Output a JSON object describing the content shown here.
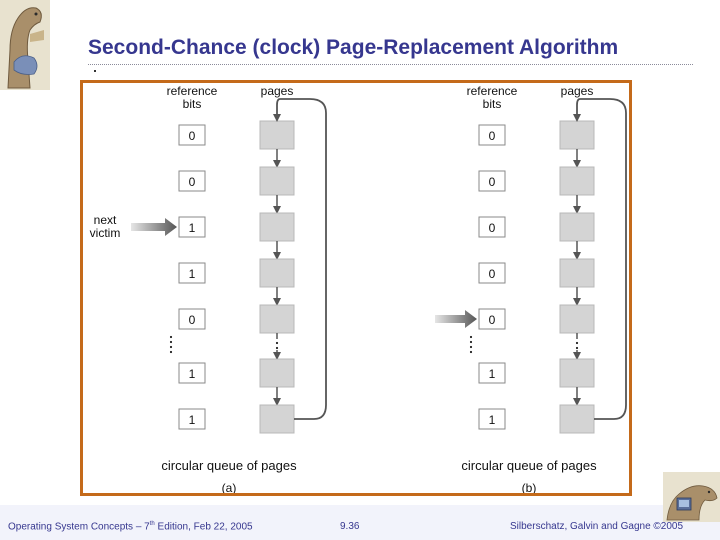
{
  "slide": {
    "title": "Second-Chance (clock) Page-Replacement Algorithm",
    "footer": {
      "left_prefix": "Operating System Concepts – 7",
      "left_sup": "th",
      "left_suffix": " Edition, Feb 22, 2005",
      "center": "9.36",
      "right": "Silberschatz, Galvin and Gagne ©2005"
    }
  },
  "diagram": {
    "panels": [
      {
        "id": "a",
        "caption": "(a)",
        "header_reference_line1": "reference",
        "header_reference_line2": "bits",
        "header_pages": "pages",
        "queue_label": "circular queue of pages",
        "pointer_label_line1": "next",
        "pointer_label_line2": "victim",
        "pointer_row": 2,
        "bits": [
          "0",
          "0",
          "1",
          "1",
          "0",
          "1",
          "1"
        ]
      },
      {
        "id": "b",
        "caption": "(b)",
        "header_reference_line1": "reference",
        "header_reference_line2": "bits",
        "header_pages": "pages",
        "queue_label": "circular queue of pages",
        "pointer_label_line1": "",
        "pointer_label_line2": "",
        "pointer_row": 4,
        "bits": [
          "0",
          "0",
          "0",
          "0",
          "0",
          "1",
          "1"
        ]
      }
    ],
    "ellipsis_after_row": 4,
    "colors": {
      "frame": "#c46a1a",
      "page_fill": "#d4d4d4",
      "page_stroke": "#b8b8b8",
      "bit_stroke": "#8a8a8a",
      "arrow": "#555555",
      "title": "#36378f"
    }
  }
}
